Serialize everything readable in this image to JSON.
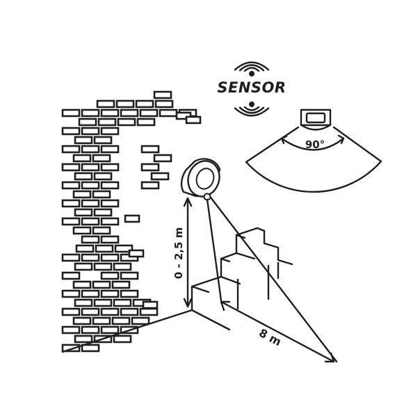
{
  "labels": {
    "sensor": "SENSOR",
    "angle": "90°",
    "height": "0 - 2,5 m",
    "distance": "8 m"
  },
  "icons": [
    "signal-waves-icon",
    "motion-sensor-icon",
    "wall-lamp-icon"
  ],
  "colors": {
    "ink": "#1e1e1e",
    "background": "#ffffff"
  }
}
